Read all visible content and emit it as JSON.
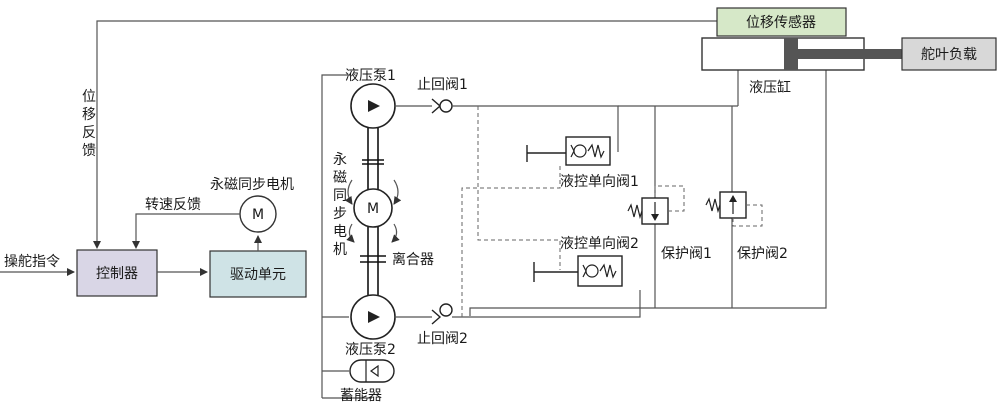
{
  "labels": {
    "input_command": "操舵指令",
    "controller": "控制器",
    "drive_unit": "驱动单元",
    "pmsm": "永磁同步电机",
    "speed_feedback": "转速反馈",
    "disp_feedback": [
      "位",
      "移",
      "反",
      "馈"
    ],
    "motor_vertical": [
      "永",
      "磁",
      "同",
      "步",
      "电",
      "机"
    ],
    "pump1": "液压泵1",
    "pump2": "液压泵2",
    "check_valve1": "止回阀1",
    "check_valve2": "止回阀2",
    "clutch": "离合器",
    "accumulator": "蓄能器",
    "pilot_check1": "液控单向阀1",
    "pilot_check2": "液控单向阀2",
    "relief1": "保护阀1",
    "relief2": "保护阀2",
    "cylinder": "液压缸",
    "disp_sensor": "位移传感器",
    "rudder_load": "舵叶负载",
    "motor_symbol": "M"
  },
  "colors": {
    "controller_fill": "#d9d6e6",
    "drive_fill": "#cfe3e6",
    "sensor_fill": "#d6e8c8",
    "load_fill": "#d8d8d8",
    "rod_fill": "#555555",
    "line": "#555555"
  }
}
